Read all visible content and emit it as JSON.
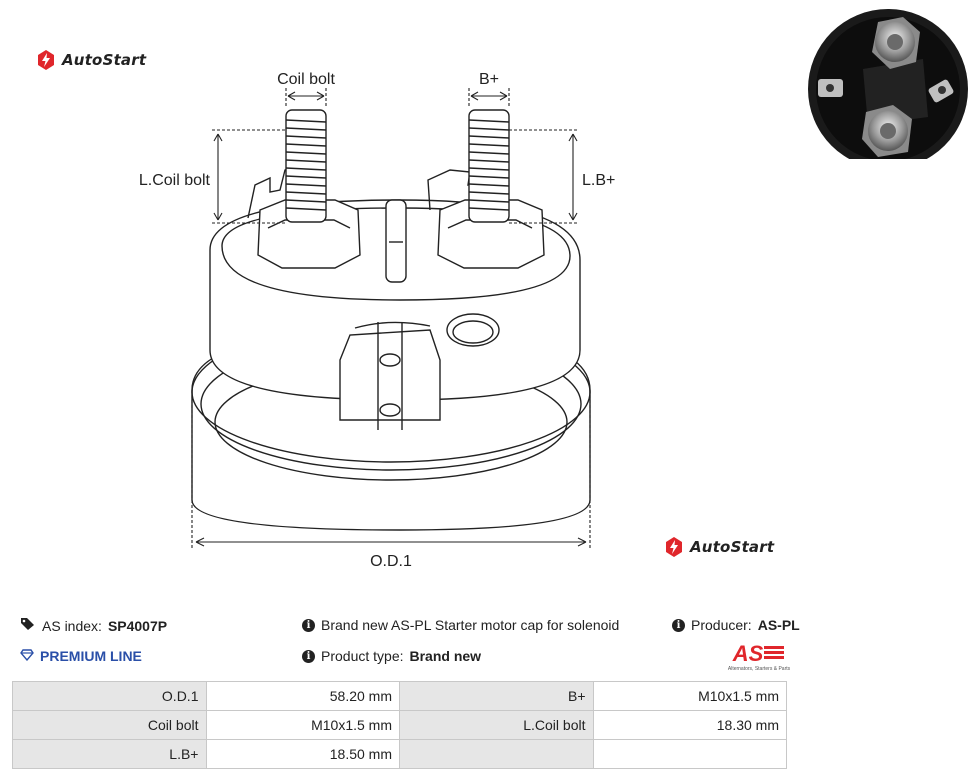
{
  "brand": {
    "name": "AutoStart",
    "accent_color": "#e0262b"
  },
  "drawing_labels": {
    "coil_bolt": "Coil bolt",
    "b_plus": "B+",
    "l_coil_bolt": "L.Coil bolt",
    "l_b_plus": "L.B+",
    "od1": "O.D.1"
  },
  "info": {
    "as_index_label": "AS index:",
    "as_index_value": "SP4007P",
    "premium": "PREMIUM LINE",
    "description": "Brand new AS-PL Starter motor cap for solenoid",
    "product_type_label": "Product type:",
    "product_type_value": "Brand new",
    "producer_label": "Producer:",
    "producer_value": "AS-PL",
    "as_logo_text": "AS",
    "as_logo_tagline": "Alternators, Starters & Parts"
  },
  "specs": [
    {
      "label1": "O.D.1",
      "value1": "58.20 mm",
      "label2": "B+",
      "value2": "M10x1.5 mm"
    },
    {
      "label1": "Coil bolt",
      "value1": "M10x1.5 mm",
      "label2": "L.Coil bolt",
      "value2": "18.30 mm"
    },
    {
      "label1": "L.B+",
      "value1": "18.50 mm",
      "label2": "",
      "value2": ""
    }
  ]
}
